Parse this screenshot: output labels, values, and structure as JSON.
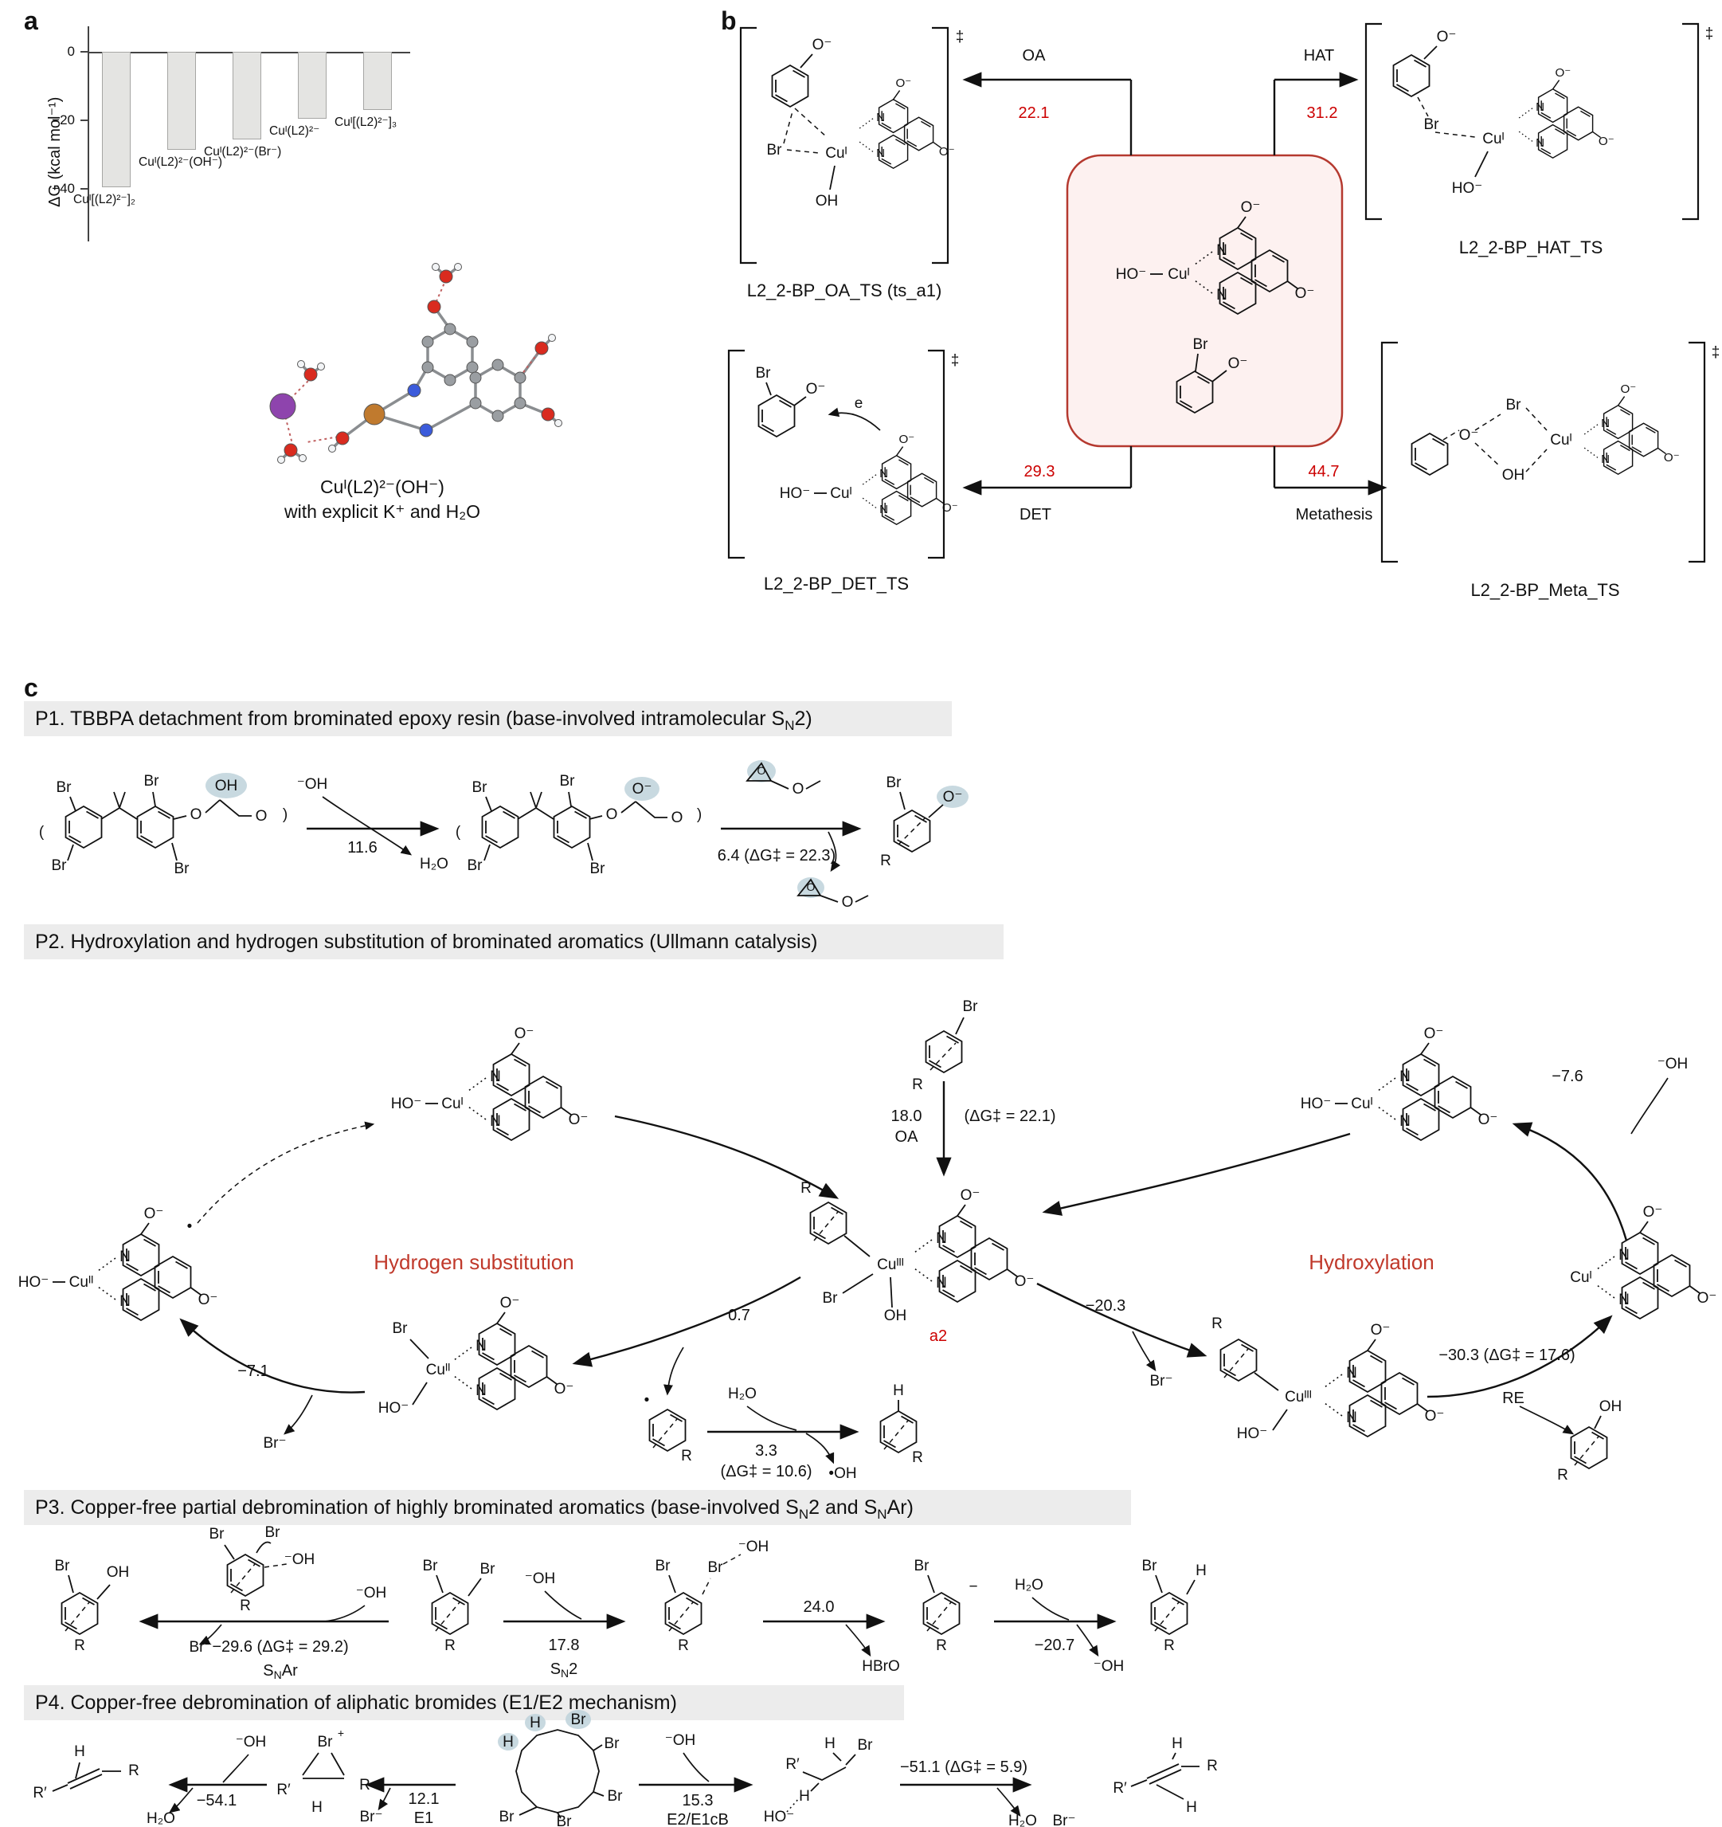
{
  "panels": {
    "a": "a",
    "b": "b",
    "c": "c"
  },
  "chart_data": {
    "type": "bar",
    "categories": [
      "Cuᴵ[(L2)²⁻]₂",
      "Cuᴵ(L2)²⁻(OH⁻)",
      "Cuᴵ(L2)²⁻(Br⁻)",
      "Cuᴵ(L2)²⁻",
      "Cuᴵ[(L2)²⁻]₃"
    ],
    "values": [
      -39.5,
      -28.5,
      -25.5,
      -19.5,
      -17.0
    ],
    "title": "",
    "xlabel": "",
    "ylabel": "ΔG (kcal mol⁻¹)",
    "ylim": [
      -45,
      5
    ],
    "yticks": [
      0,
      -20,
      -40
    ],
    "ytick_labels": [
      "0",
      "−20",
      "−40"
    ],
    "bar_color": "#e4e4e2",
    "grid": false,
    "legend": false
  },
  "panel_a": {
    "caption_line1": "Cuᴵ(L2)²⁻(OH⁻)",
    "caption_line2": "with explicit K⁺ and H₂O",
    "molecule_colors": {
      "cu": "#c07a2e",
      "k": "#8e44ad",
      "o": "#d92b1f",
      "n": "#3b5bdb",
      "c": "#9a9ea2",
      "h": "#f2f4f6"
    }
  },
  "panel_b": {
    "arrows": {
      "oa": {
        "label": "OA",
        "value": "22.1"
      },
      "hat": {
        "label": "HAT",
        "value": "31.2"
      },
      "det": {
        "label": "DET",
        "value": "29.3"
      },
      "meta": {
        "label": "Metathesis",
        "value": "44.7"
      }
    },
    "ts_labels": {
      "oa": "L2_2-BP_OA_TS (ts_a1)",
      "hat": "L2_2-BP_HAT_TS",
      "det": "L2_2-BP_DET_TS",
      "meta": "L2_2-BP_Meta_TS"
    }
  },
  "panel_c": {
    "p1": {
      "header": [
        "P1. TBBPA detachment from brominated epoxy resin (base-involved intramolecular S",
        "N",
        "2)"
      ],
      "e1": "11.6",
      "e2": "6.4 (ΔG‡ = 22.3)"
    },
    "p2": {
      "header": "P2. Hydroxylation and hydrogen substitution of brominated aromatics (Ullmann catalysis)",
      "left_title": "Hydrogen substitution",
      "right_title": "Hydroxylation",
      "a2": "a2",
      "e_oa": "18.0",
      "oa": "OA",
      "e_oa_dg": "(ΔG‡ = 22.1)",
      "e_m76": "−7.6",
      "e_07": "0.7",
      "e_m71": "−7.1",
      "e_m203": "−20.3",
      "e_m303": "−30.3 (ΔG‡ = 17.6)",
      "re": "RE",
      "e_33": "3.3",
      "e_33_dg": "(ΔG‡ = 10.6)"
    },
    "p3": {
      "header": [
        "P3. Copper-free partial debromination of highly brominated aromatics (base-involved S",
        "N",
        "2 and S",
        "N",
        "Ar)"
      ],
      "e_snar": "−29.6 (ΔG‡ = 29.2)",
      "snar": [
        "S",
        "N",
        "Ar"
      ],
      "e_sn2": "17.8",
      "sn2": [
        "S",
        "N",
        "2"
      ],
      "e_240": "24.0",
      "e_m207": "−20.7"
    },
    "p4": {
      "header": "P4. Copper-free debromination of aliphatic bromides (E1/E2 mechanism)",
      "e_m541": "−54.1",
      "e_121": "12.1",
      "e1": "E1",
      "e_153": "15.3",
      "e2": "E2/E1cB",
      "e_m511": "−51.1 (ΔG‡ = 5.9)"
    }
  },
  "atoms": {
    "cu1": "Cuᴵ",
    "cu2": "Cuᴵᴵ",
    "cu3": "Cuᴵᴵᴵ",
    "br": "Br",
    "br_anion": "Br⁻",
    "o_minus": "O⁻",
    "o": "O",
    "oh": "OH",
    "ho_minus": "HO⁻",
    "oh_minus": "⁻OH",
    "n": "N",
    "h": "H",
    "r": "R",
    "r_prime": "R′",
    "e": "e",
    "dot": "•",
    "oh_radical": "•OH",
    "h2o": "H₂O",
    "hbro": "HBrO",
    "minus": "−",
    "plus": "+",
    "dagger": "‡",
    "lp": "(",
    "rp": ")"
  },
  "colors": {
    "energy_red": "#cc0000",
    "title_red": "#c0392b",
    "box_fill": "#fdf1f0",
    "box_stroke": "#b5392f",
    "header_bg": "#ececec",
    "highlight": "#bed2da"
  }
}
